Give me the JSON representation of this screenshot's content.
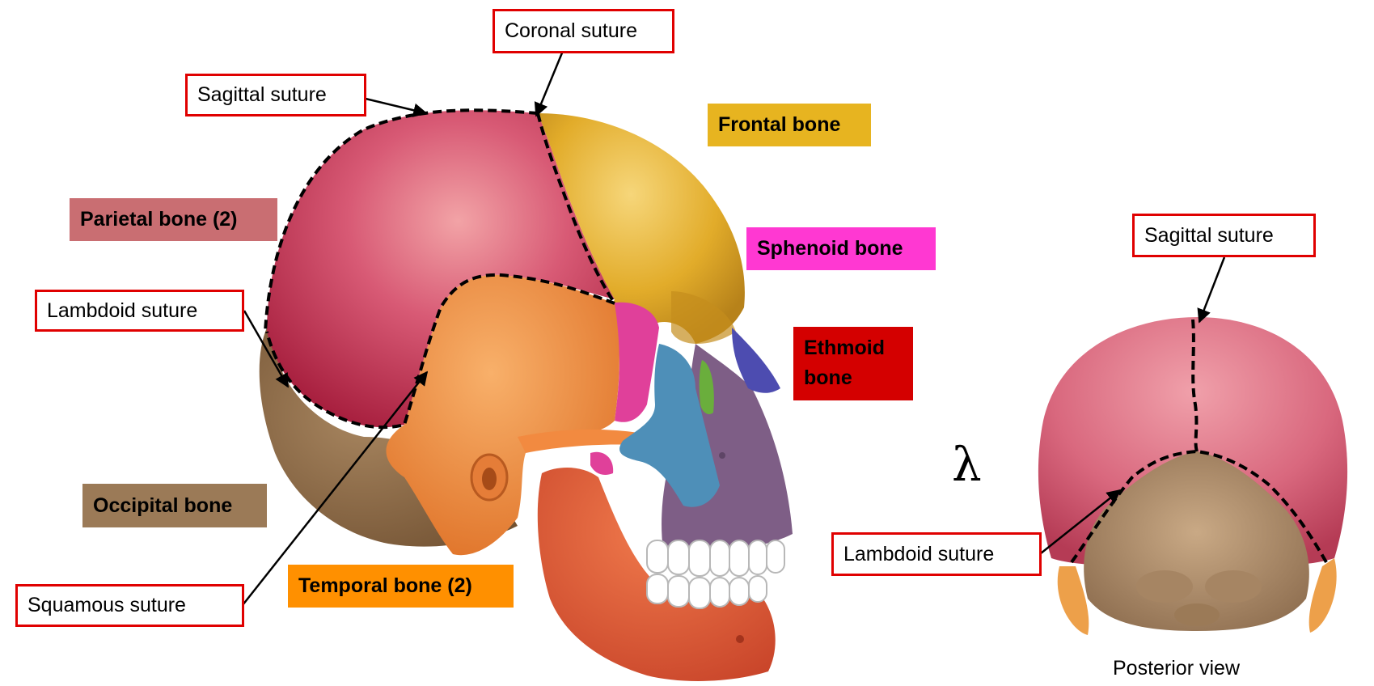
{
  "sutures": {
    "coronal": "Coronal suture",
    "sagittal_lateral": "Sagittal suture",
    "lambdoid_lateral": "Lambdoid suture",
    "squamous": "Squamous suture",
    "sagittal_posterior": "Sagittal suture",
    "lambdoid_posterior": "Lambdoid suture"
  },
  "bones": {
    "frontal": {
      "label": "Frontal bone",
      "color": "#e7b420"
    },
    "parietal": {
      "label": "Parietal bone (2)",
      "color": "#c96e72"
    },
    "sphenoid": {
      "label": "Sphenoid bone",
      "color": "#ff38d2"
    },
    "ethmoid": {
      "label": "Ethmoid bone",
      "color": "#d40000"
    },
    "occipital": {
      "label": "Occipital bone",
      "color": "#9b7a57"
    },
    "temporal": {
      "label": "Temporal bone (2)",
      "color": "#ff9000"
    }
  },
  "lambda_symbol": "λ",
  "posterior_caption": "Posterior view",
  "colors": {
    "suture_box_border": "#e00000",
    "parietal_fill": "#c63a5d",
    "frontal_fill": "#e2ac2a",
    "temporal_fill": "#f0893a",
    "occipital_fill": "#8f6a45",
    "sphenoid_fill": "#e0409a",
    "zygomatic_fill": "#4e8fb8",
    "maxilla_fill": "#7e5e86",
    "mandible_fill": "#e25a33",
    "nasal_fill": "#4d4cb0",
    "ethmoid_fill": "#6aae3c"
  }
}
